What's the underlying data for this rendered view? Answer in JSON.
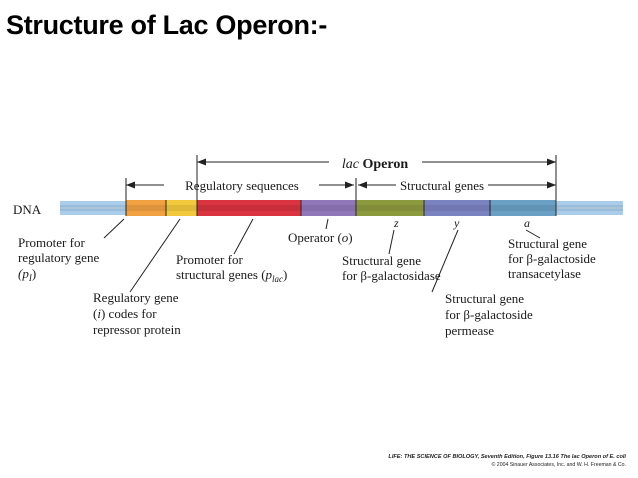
{
  "title": "Structure of Lac Operon:-",
  "header": {
    "operon_italic": "lac",
    "operon_bold": " Operon",
    "regulatory": "Regulatory sequences",
    "structural": "Structural genes"
  },
  "dna_label": "DNA",
  "gene_letters": {
    "z": "z",
    "y": "y",
    "a": "a"
  },
  "labels": {
    "promoter_reg": [
      "Promoter for",
      "regulatory gene",
      "(p",
      "I",
      ")"
    ],
    "reg_gene": [
      "Regulatory gene",
      "(",
      "i",
      ") codes for",
      "repressor protein"
    ],
    "promoter_struct": [
      "Promoter for",
      "structural genes (",
      "p",
      "lac",
      ")"
    ],
    "operator": [
      "Operator (",
      "o",
      ")"
    ],
    "gal_gene": [
      "Structural gene",
      "for β-galactosidase"
    ],
    "permease_gene": [
      "Structural gene",
      "for β-galactoside",
      "permease"
    ],
    "trans_gene": [
      "Structural gene",
      "for β-galactoside",
      "transacetylase"
    ]
  },
  "credit": {
    "line1_bold": "LIFE: THE SCIENCE OF BIOLOGY, Seventh Edition, Figure 13.16 The lac Operon of E. coli",
    "line2": "© 2004 Sinauer Associates, Inc. and W. H. Freeman & Co."
  },
  "colors": {
    "dna_blue": "#a9cdea",
    "promoter_reg": "#f0a040",
    "reg_gene": "#f2c93c",
    "promoter_struct": "#d9343f",
    "operator": "#9077b8",
    "gal_gene": "#8c9a3e",
    "permease_gene": "#7b82c0",
    "trans_gene": "#6aa0c4"
  }
}
